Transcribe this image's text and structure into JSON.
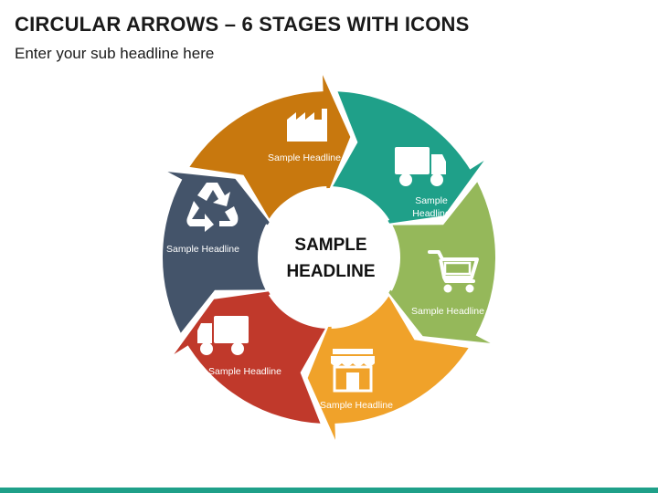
{
  "header": {
    "title": "CIRCULAR ARROWS – 6 STAGES WITH ICONS",
    "subtitle": "Enter your sub headline here"
  },
  "center": {
    "line1": "SAMPLE",
    "line2": "HEADLINE"
  },
  "stages": [
    {
      "label_lines": [
        "Sample Headline"
      ],
      "color": "#c8780e",
      "icon": "factory-icon"
    },
    {
      "label_lines": [
        "Sample",
        "Headline"
      ],
      "color": "#1fa089",
      "icon": "delivery-truck-icon"
    },
    {
      "label_lines": [
        "Sample Headline"
      ],
      "color": "#95b85a",
      "icon": "shopping-cart-icon"
    },
    {
      "label_lines": [
        "Sample Headline"
      ],
      "color": "#f0a22a",
      "icon": "storefront-icon"
    },
    {
      "label_lines": [
        "Sample Headline"
      ],
      "color": "#c0392b",
      "icon": "delivery-truck-icon"
    },
    {
      "label_lines": [
        "Sample Headline"
      ],
      "color": "#44546a",
      "icon": "recycle-icon"
    }
  ],
  "footer_color": "#1fa089"
}
